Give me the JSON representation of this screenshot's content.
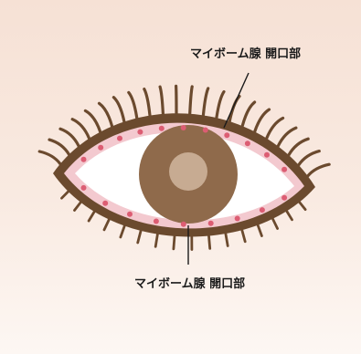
{
  "labels": {
    "top": "マイボーム腺 開口部",
    "bottom": "マイボーム腺 開口部"
  },
  "colors": {
    "background_top": "#f6e1d5",
    "background_bottom": "#fdf7f3",
    "lid_outline": "#6b4a2e",
    "lid_margin": "#f3c9cf",
    "gland_dot": "#dc5d73",
    "sclera": "#ffffff",
    "iris": "#8f6a4b",
    "pupil": "#c7ab92",
    "leader_line": "#1a1a1a"
  },
  "gland_openings": {
    "upper_count": 11,
    "lower_count": 9
  },
  "icons": {
    "eye": "eye-illustration"
  }
}
